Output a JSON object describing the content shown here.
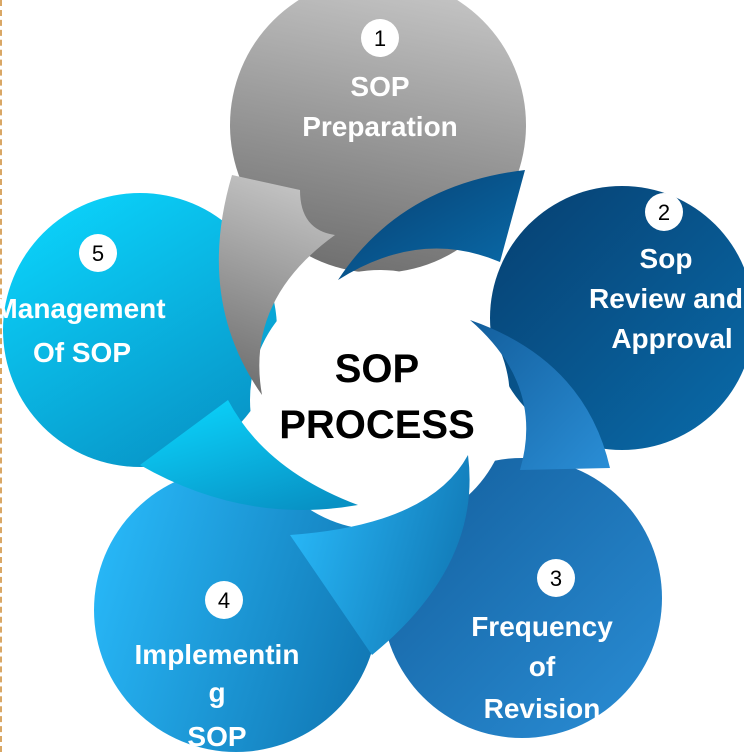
{
  "title": [
    "SOP",
    "PROCESS"
  ],
  "steps": [
    {
      "number": "1",
      "lines": [
        "SOP",
        "Preparation"
      ],
      "color_from": "#c4c4c4",
      "color_to": "#6e6e6e"
    },
    {
      "number": "2",
      "lines": [
        "Sop",
        "Review and",
        "Approval"
      ],
      "color_from": "#063f70",
      "color_to": "#0a6cab"
    },
    {
      "number": "3",
      "lines": [
        "Frequency",
        "of",
        "Revision"
      ],
      "color_from": "#135e9c",
      "color_to": "#2a8ed6"
    },
    {
      "number": "4",
      "lines": [
        "Implementin",
        "g",
        "SOP"
      ],
      "color_from": "#28b8f8",
      "color_to": "#1178b5"
    },
    {
      "number": "5",
      "lines": [
        "Management",
        "Of SOP"
      ],
      "color_from": "#0bd3fb",
      "color_to": "#0891c4"
    }
  ]
}
